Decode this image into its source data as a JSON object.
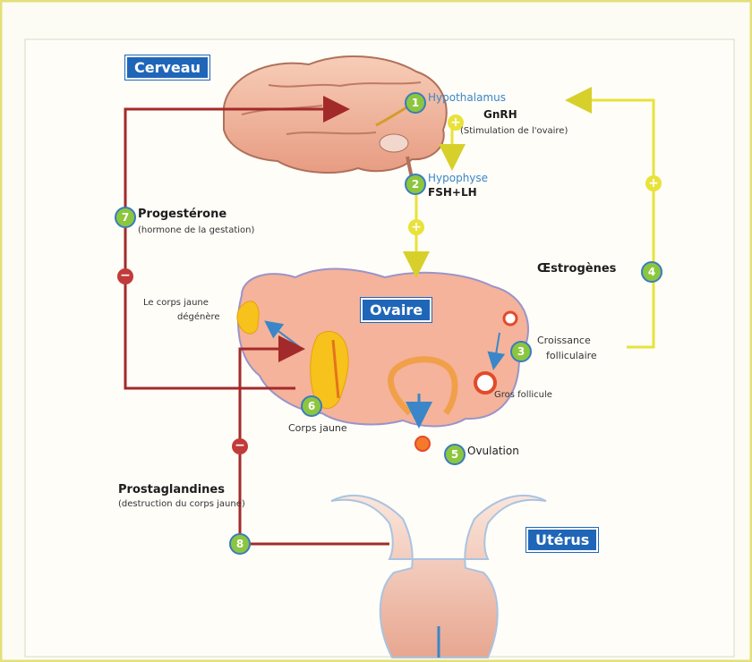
{
  "labels": {
    "cerveau": "Cerveau",
    "ovaire": "Ovaire",
    "uterus": "Utérus",
    "hypothalamus": "Hypothalamus",
    "gnrh": "GnRH",
    "gnrh_note": "(Stimulation de l'ovaire)",
    "hypophyse": "Hypophyse",
    "fsh_lh": "FSH+LH",
    "progesterone": "Progestérone",
    "progesterone_note": "(hormone de la gestation)",
    "oestrogenes": "Œstrogènes",
    "croissance_1": "Croissance",
    "croissance_2": "folliculaire",
    "corps_jaune_degenere_1": "Le corps jaune",
    "corps_jaune_degenere_2": "dégénère",
    "gros_follicule": "Gros follicule",
    "corps_jaune": "Corps jaune",
    "ovulation": "Ovulation",
    "prostaglandines": "Prostaglandines",
    "prostaglandines_note": "(destruction du corps jaune)"
  },
  "steps": [
    "1",
    "2",
    "3",
    "4",
    "5",
    "6",
    "7",
    "8"
  ],
  "signs": {
    "plus": "+",
    "minus": "−"
  },
  "colors": {
    "stimulation": "#e8e23a",
    "inhibition": "#a32a2a",
    "badge": "#8cc63f",
    "label_blue": "#1f66b8",
    "tissue": "#f4b39a",
    "corpus_luteum": "#f7c21b"
  }
}
